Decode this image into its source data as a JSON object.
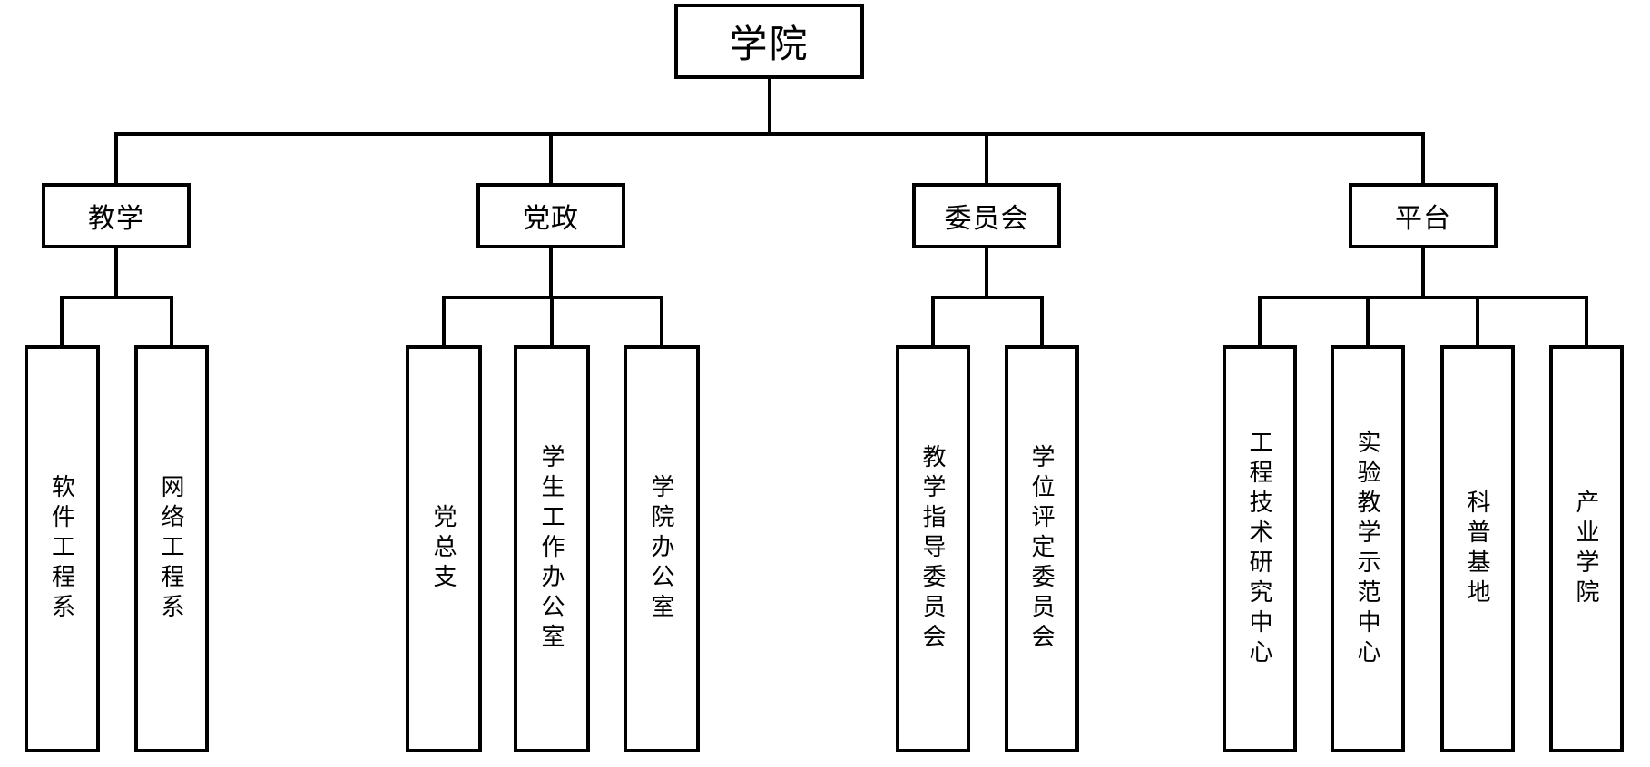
{
  "diagram": {
    "root": {
      "label": "学院"
    },
    "groups": [
      {
        "label": "教学",
        "children": [
          {
            "label": "软件工程系"
          },
          {
            "label": "网络工程系"
          }
        ]
      },
      {
        "label": "党政",
        "children": [
          {
            "label": "党总支"
          },
          {
            "label": "学生工作办公室"
          },
          {
            "label": "学院办公室"
          }
        ]
      },
      {
        "label": "委员会",
        "children": [
          {
            "label": "教学指导委员会"
          },
          {
            "label": "学位评定委员会"
          }
        ]
      },
      {
        "label": "平台",
        "children": [
          {
            "label": "工程技术研究中心"
          },
          {
            "label": "实验教学示范中心"
          },
          {
            "label": "科普基地"
          },
          {
            "label": "产业学院"
          }
        ]
      }
    ],
    "colors": {
      "line": "#000000",
      "background": "#ffffff",
      "box_fill": "#ffffff",
      "text": "#000000"
    }
  }
}
